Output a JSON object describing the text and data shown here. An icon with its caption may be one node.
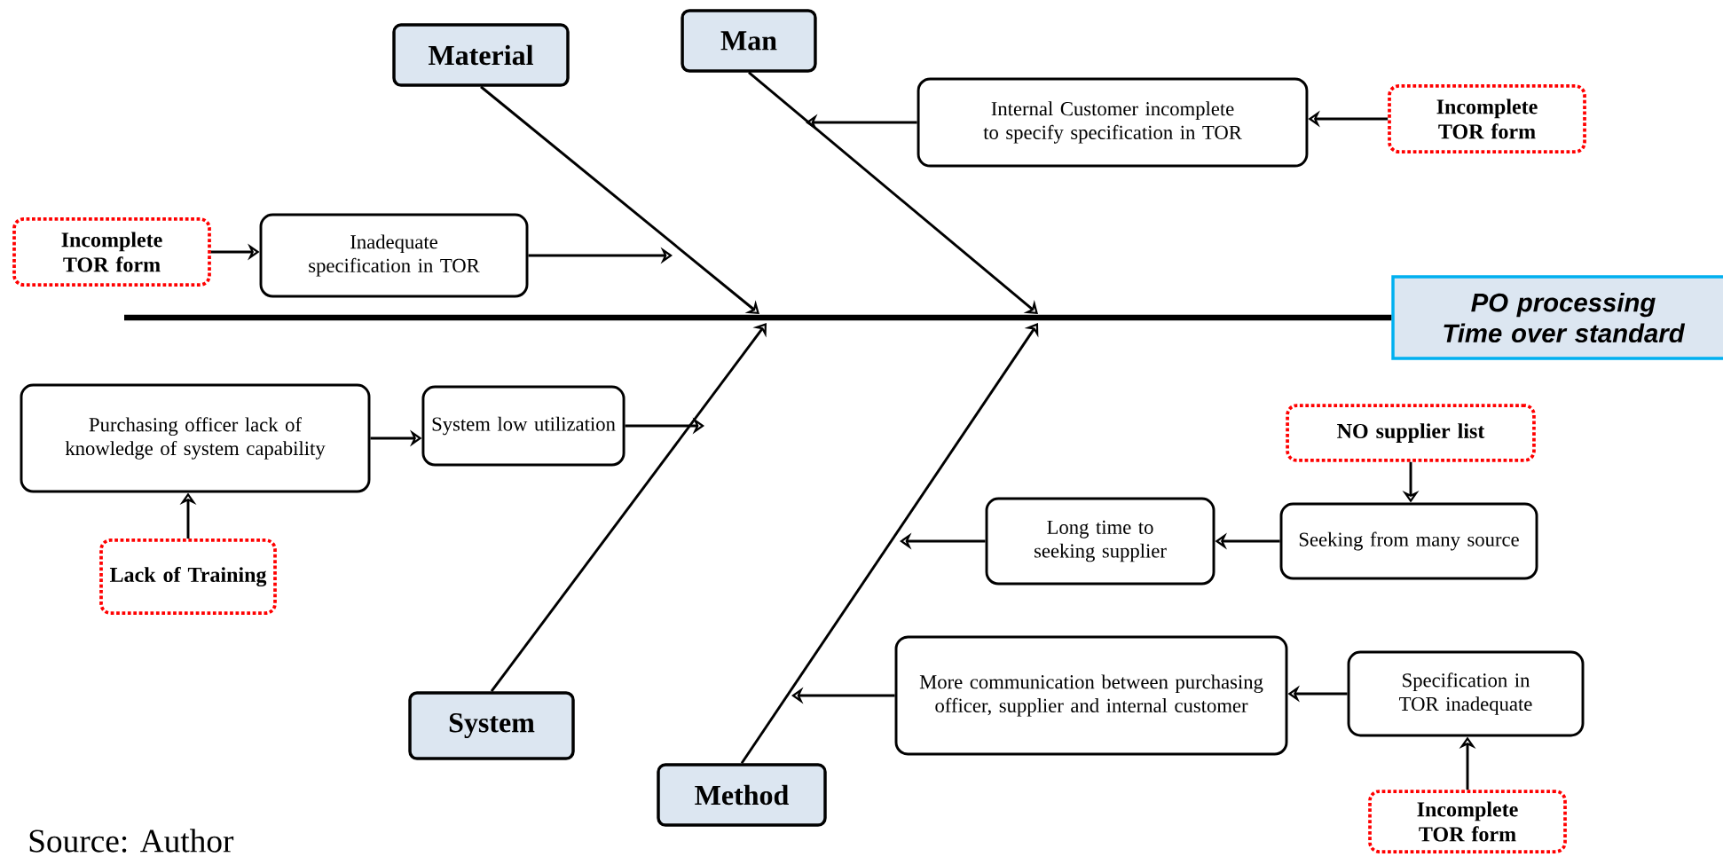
{
  "diagram": {
    "nodes": [
      {
        "text": [
          "Material"
        ]
      },
      {
        "text": [
          "Man"
        ]
      },
      {
        "text": [
          "PO processing Time over standard"
        ]
      },
      {
        "text": [
          "Inadequate specification in TOR"
        ]
      },
      {
        "text": [
          "Incomplete TOR form"
        ]
      },
      {
        "text": [
          "Internal Customer incomplete to specify specification in TOR"
        ]
      },
      {
        "text": [
          "Incomplete TOR form"
        ]
      },
      {
        "text": [
          "Purchasing officer lack of knowledge of system capability"
        ]
      },
      {
        "text": [
          "System low utilization"
        ]
      },
      {
        "text": [
          "Lack of Training"
        ]
      },
      {
        "text": [
          "System"
        ]
      },
      {
        "text": [
          "Method"
        ]
      },
      {
        "text": [
          "NO supplier list"
        ]
      },
      {
        "text": [
          "Seeking from many source"
        ]
      },
      {
        "text": [
          "Long time to seeking supplier"
        ]
      },
      {
        "text": [
          "More communication between purchasing officer, supplier and internal customer"
        ]
      },
      {
        "text": [
          "Specification in TOR inadequate"
        ]
      },
      {
        "text": [
          "Incomplete TOR form"
        ]
      }
    ],
    "edges": [
      {
        "from": null,
        "to": 2,
        "arrow": "none",
        "style": "thick"
      },
      {
        "from": 0,
        "to": null,
        "arrow": "to"
      },
      {
        "from": 1,
        "to": null,
        "arrow": "to"
      },
      {
        "from": 10,
        "to": null,
        "arrow": "to"
      },
      {
        "from": 11,
        "to": null,
        "arrow": "to"
      },
      {
        "from": 4,
        "to": 3,
        "arrow": "to"
      },
      {
        "from": 3,
        "to": null,
        "arrow": "to"
      },
      {
        "from": 6,
        "to": 5,
        "arrow": "to"
      },
      {
        "from": 5,
        "to": null,
        "arrow": "to"
      },
      {
        "from": 9,
        "to": 7,
        "arrow": "to"
      },
      {
        "from": 7,
        "to": 8,
        "arrow": "to"
      },
      {
        "from": 8,
        "to": null,
        "arrow": "to"
      },
      {
        "from": 12,
        "to": 13,
        "arrow": "to"
      },
      {
        "from": 13,
        "to": 14,
        "arrow": "to"
      },
      {
        "from": 14,
        "to": null,
        "arrow": "to"
      },
      {
        "from": 17,
        "to": 16,
        "arrow": "to"
      },
      {
        "from": 16,
        "to": 15,
        "arrow": "to"
      },
      {
        "from": 15,
        "to": null,
        "arrow": "to"
      }
    ],
    "labels": [
      "Source: Author"
    ]
  }
}
